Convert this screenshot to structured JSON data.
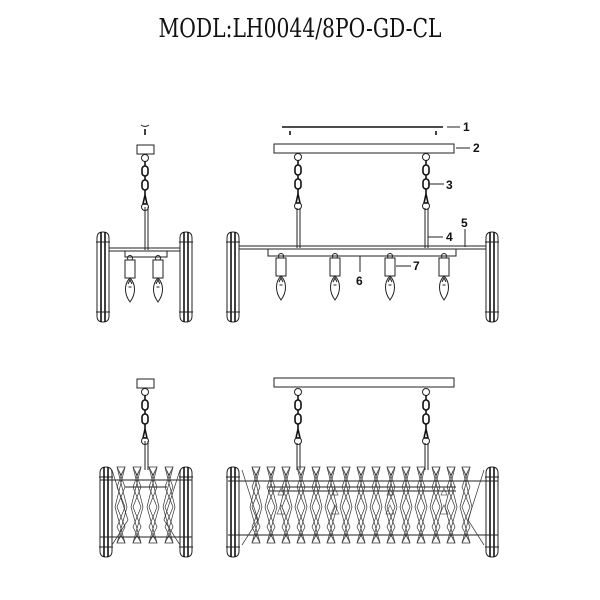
{
  "title": "MODL:LH0044/8PO-GD-CL",
  "callouts": [
    {
      "num": "1",
      "part": "ceiling-mount-plate"
    },
    {
      "num": "2",
      "part": "canopy"
    },
    {
      "num": "3",
      "part": "chain"
    },
    {
      "num": "4",
      "part": "rod"
    },
    {
      "num": "5",
      "part": "frame-bar"
    },
    {
      "num": "6",
      "part": "lamp-holder-bar"
    },
    {
      "num": "7",
      "part": "bulb-socket"
    }
  ],
  "views": [
    {
      "id": "side-view-frame",
      "label": "side view without crystals"
    },
    {
      "id": "front-view-frame",
      "label": "front view without crystals"
    },
    {
      "id": "side-view-crystal",
      "label": "side view with crystals"
    },
    {
      "id": "front-view-crystal",
      "label": "front view with crystals"
    }
  ],
  "colors": {
    "line": "#222222",
    "background": "#ffffff"
  }
}
